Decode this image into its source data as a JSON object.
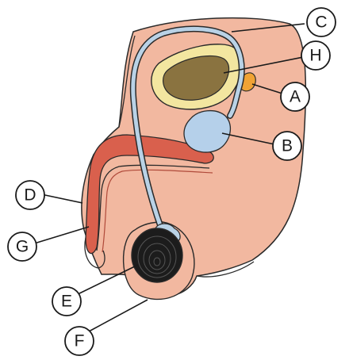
{
  "diagram": {
    "labels": {
      "A": "A",
      "B": "B",
      "C": "C",
      "D": "D",
      "E": "E",
      "F": "F",
      "G": "G",
      "H": "H"
    },
    "colors": {
      "body": "#f2b8a0",
      "outline": "#2a2a2a",
      "erectile": "#d9604d",
      "tube": "#b9d2e6",
      "bladder": "#b5d0ea",
      "pubic_bone": "#f3e6a0",
      "rectum": "#8a7340",
      "gland": "#f0a335",
      "testis": "#1c1c1c"
    }
  }
}
